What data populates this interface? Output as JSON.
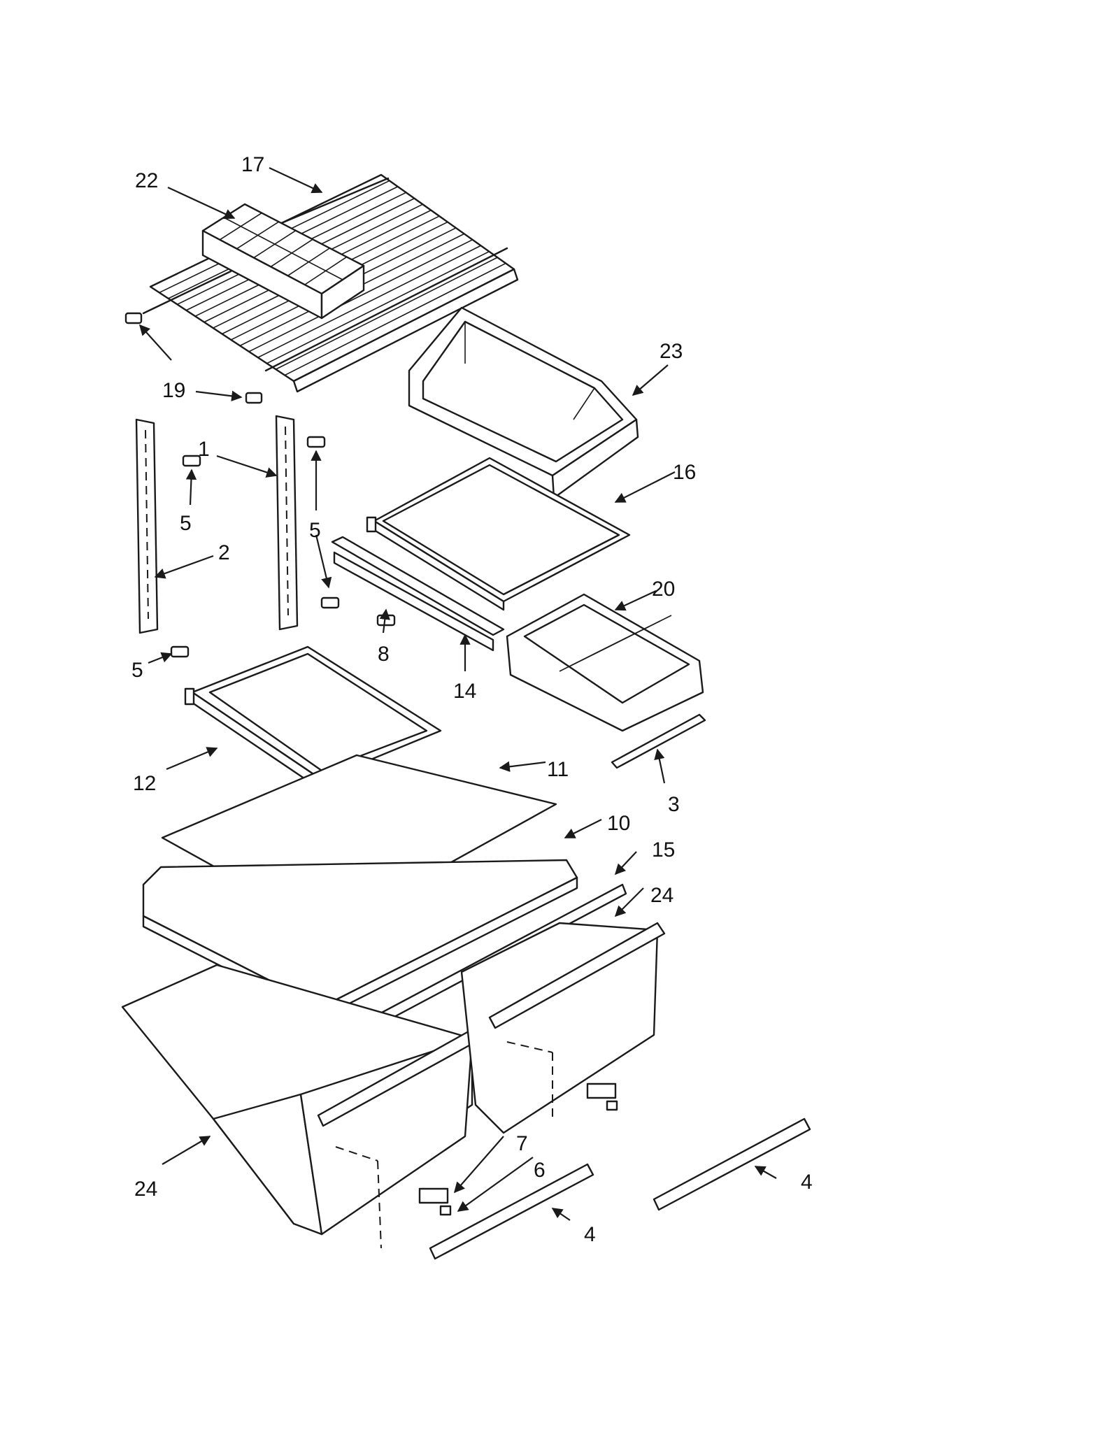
{
  "callouts": [
    {
      "id": "c17",
      "text": "17"
    },
    {
      "id": "c22",
      "text": "22"
    },
    {
      "id": "c19",
      "text": "19"
    },
    {
      "id": "c23",
      "text": "23"
    },
    {
      "id": "c1",
      "text": "1"
    },
    {
      "id": "c5a",
      "text": "5"
    },
    {
      "id": "c5b",
      "text": "5"
    },
    {
      "id": "c5c",
      "text": "5"
    },
    {
      "id": "c2",
      "text": "2"
    },
    {
      "id": "c16",
      "text": "16"
    },
    {
      "id": "c20",
      "text": "20"
    },
    {
      "id": "c8",
      "text": "8"
    },
    {
      "id": "c14",
      "text": "14"
    },
    {
      "id": "c3",
      "text": "3"
    },
    {
      "id": "c12",
      "text": "12"
    },
    {
      "id": "c11",
      "text": "11"
    },
    {
      "id": "c10",
      "text": "10"
    },
    {
      "id": "c15",
      "text": "15"
    },
    {
      "id": "c24a",
      "text": "24"
    },
    {
      "id": "c24b",
      "text": "24"
    },
    {
      "id": "c7",
      "text": "7"
    },
    {
      "id": "c6",
      "text": "6"
    },
    {
      "id": "c4a",
      "text": "4"
    },
    {
      "id": "c4b",
      "text": "4"
    }
  ]
}
